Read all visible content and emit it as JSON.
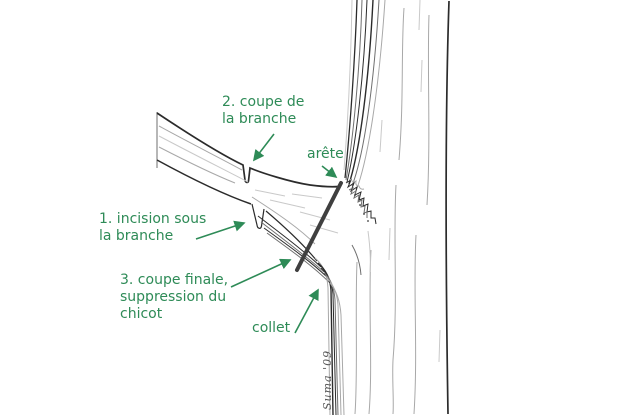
{
  "figure": {
    "labels": {
      "cut2": {
        "text": "2. coupe de\nla branche"
      },
      "arete": {
        "text": "arête"
      },
      "cut1": {
        "text": "1. incision sous\nla branche"
      },
      "cut3": {
        "text": "3. coupe finale,\nsuppression du\nchicot"
      },
      "collet": {
        "text": "collet"
      }
    },
    "signature": "Suma '09",
    "colors": {
      "label_green": "#2e8b57",
      "ink": "#2b2b2b",
      "cut_line": "#3f3f3f",
      "background": "#ffffff"
    }
  }
}
